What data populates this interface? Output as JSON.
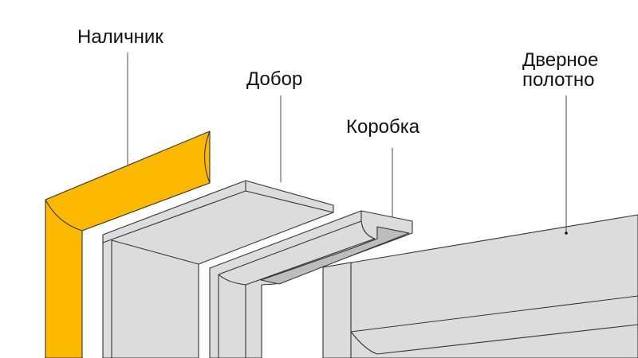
{
  "labels": {
    "casing": "Наличник",
    "extension": "Добор",
    "frame": "Коробка",
    "door_leaf_line1": "Дверное",
    "door_leaf_line2": "полотно"
  },
  "colors": {
    "casing": "#FDB900",
    "parts": "#DCDCDC",
    "recess": "#BDBDBD",
    "outline": "#333333"
  }
}
